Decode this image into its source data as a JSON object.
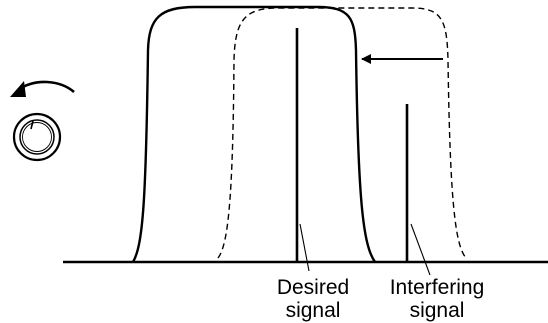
{
  "labels": {
    "desired_line1": "Desired",
    "desired_line2": "signal",
    "interfering_line1": "Interfering",
    "interfering_line2": "signal"
  },
  "colors": {
    "ink": "#000000",
    "background": "#ffffff"
  },
  "icons": {
    "knob": "rotary-knob-icon",
    "rotation_arrow": "counterclockwise-arrow-icon",
    "shift_arrow": "left-arrow-icon"
  }
}
